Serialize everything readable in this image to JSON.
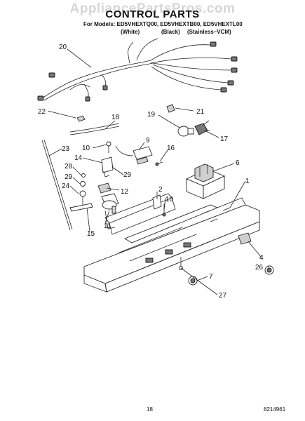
{
  "watermark": "AppliancePartsPros.com",
  "title": "CONTROL PARTS",
  "models_line": "For Models: ED5VHEXTQ00, ED5VHEXTB00, ED5VHEXTL00",
  "variants": [
    "(White)",
    "(Black)",
    "(Stainless–VCM)"
  ],
  "callouts": [
    "20",
    "18",
    "22",
    "21",
    "19",
    "17",
    "9",
    "10",
    "14",
    "16",
    "23",
    "6",
    "28",
    "29",
    "29",
    "24",
    "12",
    "2",
    "1",
    "10",
    "11",
    "15",
    "4",
    "26",
    "7",
    "27"
  ],
  "footer": {
    "page": "18",
    "doc_number": "8214961"
  }
}
